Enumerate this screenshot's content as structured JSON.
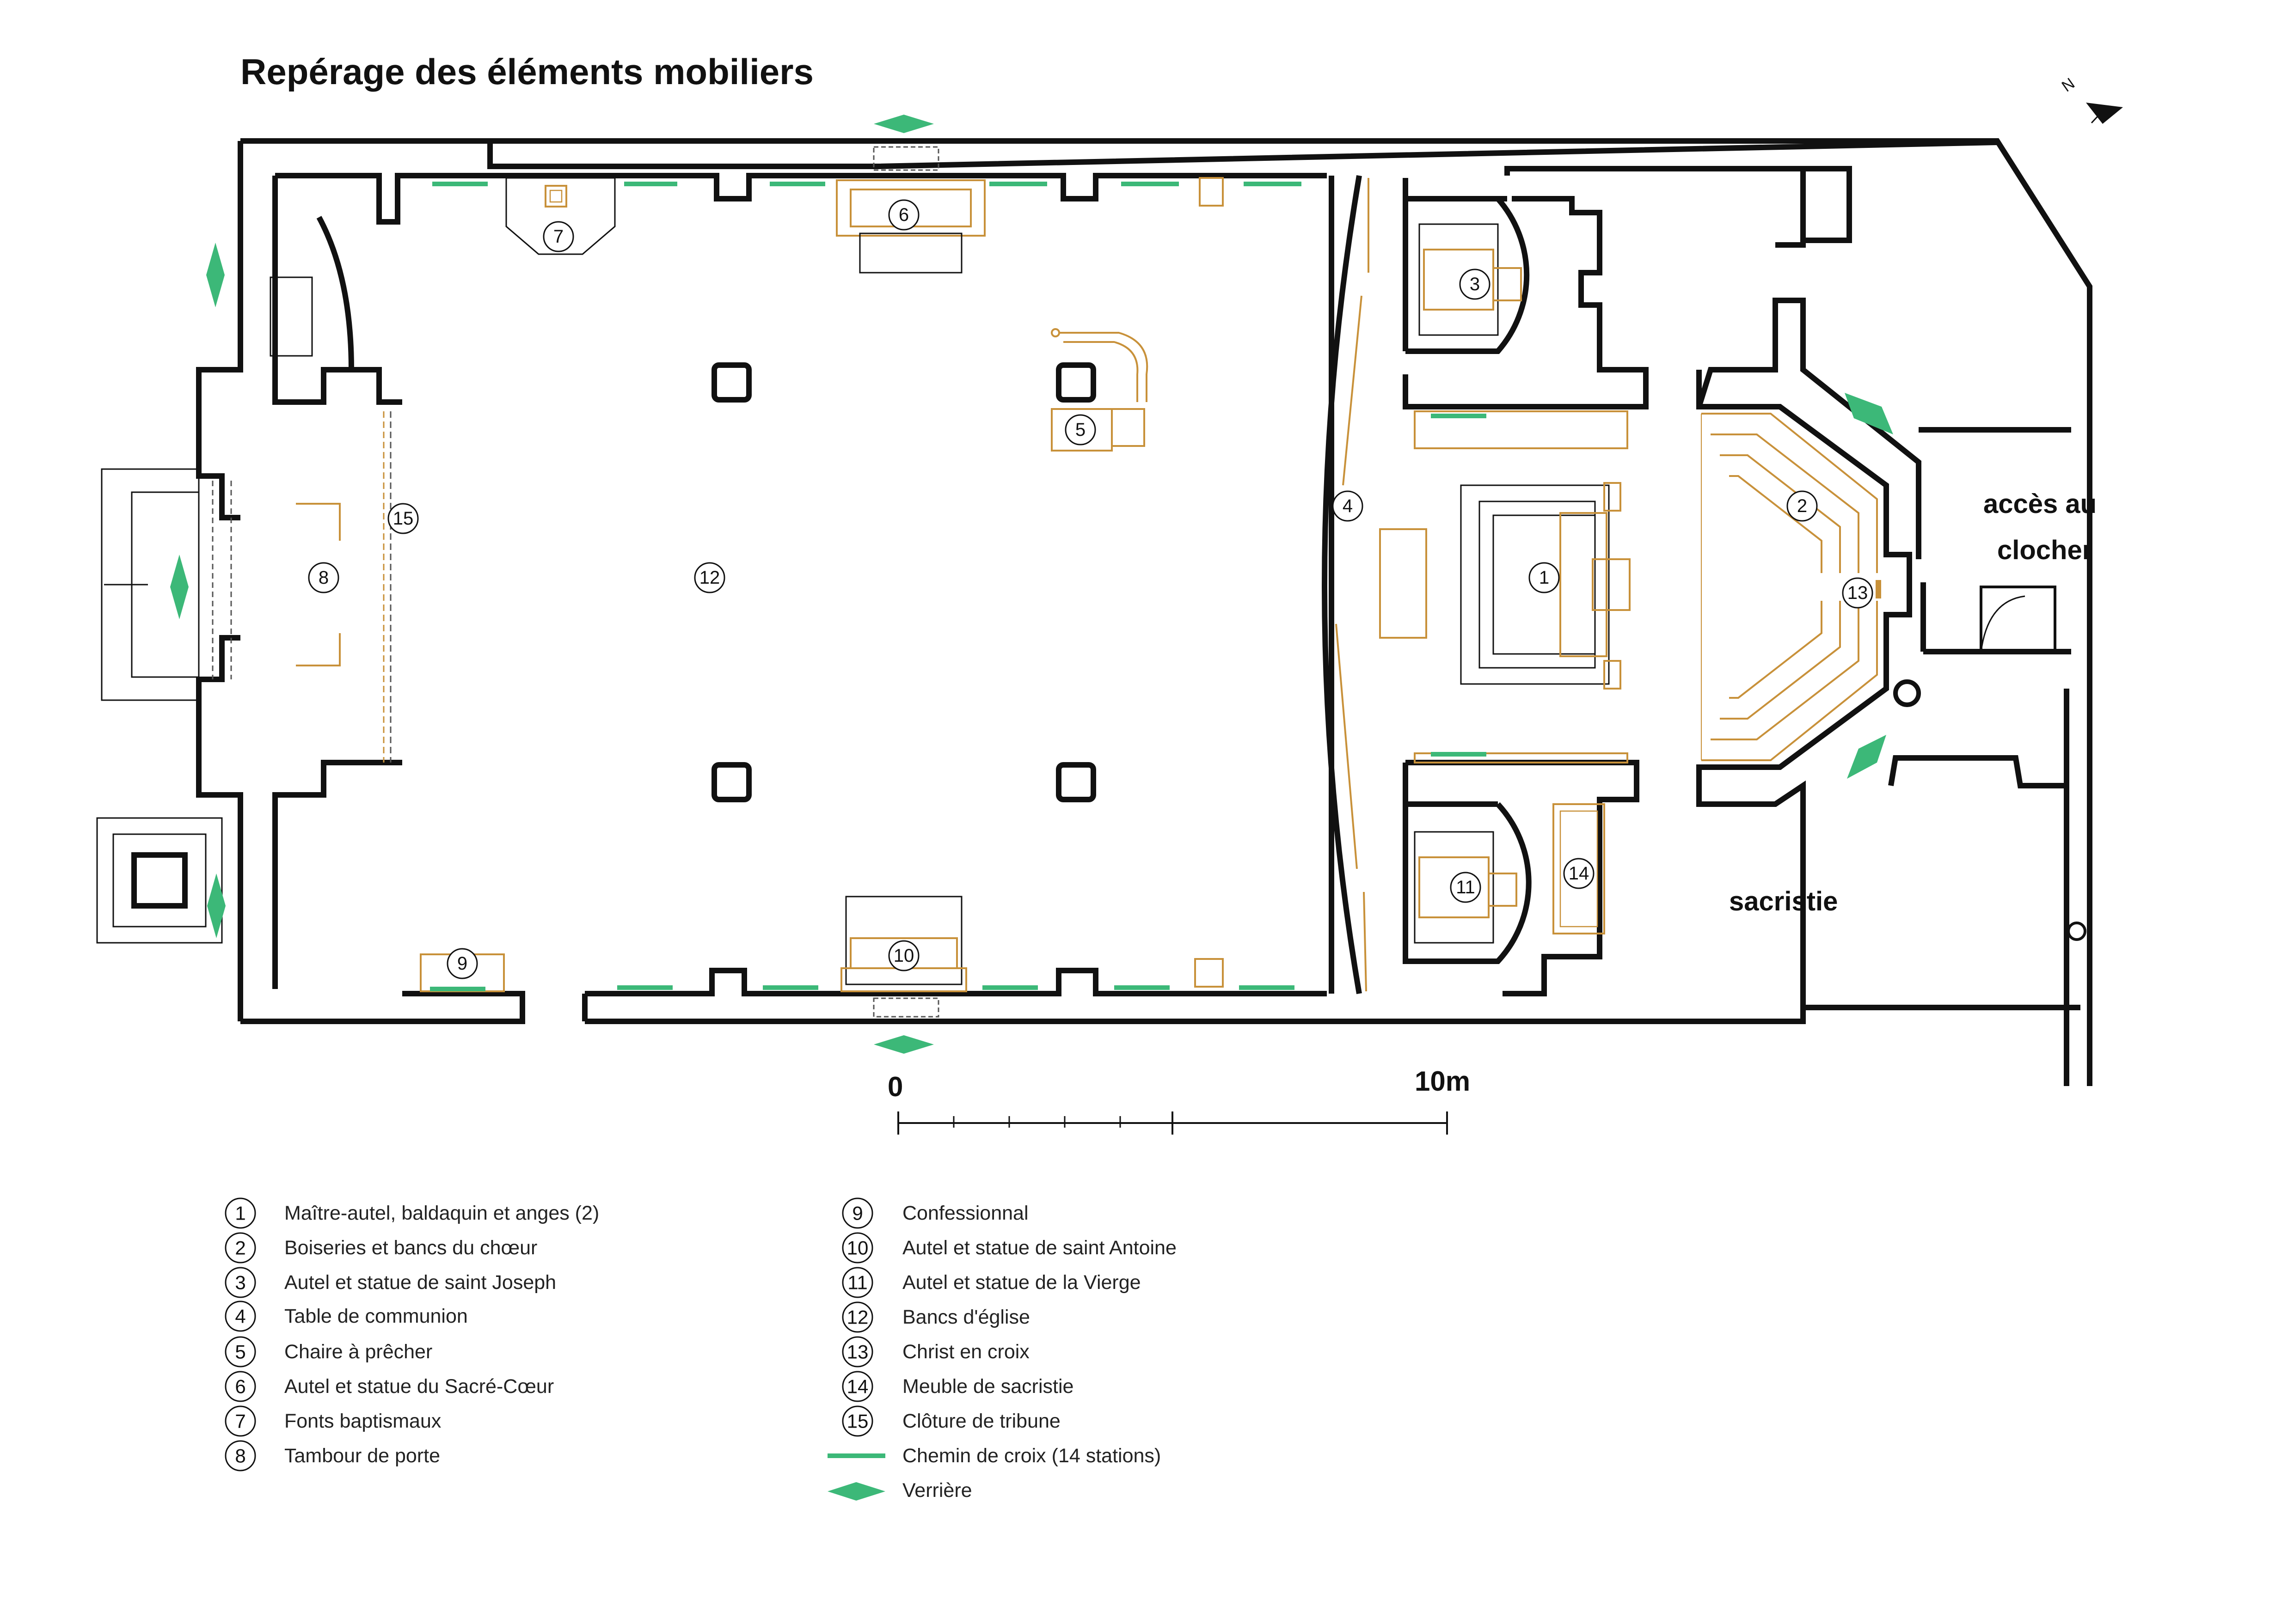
{
  "title": "Repérage des éléments mobiliers",
  "labels": {
    "acces_line1": "accès au",
    "acces_line2": "clocher",
    "sacristie": "sacristie"
  },
  "scale_bar": {
    "start_label": "0",
    "end_label": "10m"
  },
  "markers": {
    "m1": "1",
    "m2": "2",
    "m3": "3",
    "m4": "4",
    "m5": "5",
    "m6": "6",
    "m7": "7",
    "m8": "8",
    "m9": "9",
    "m10": "10",
    "m11": "11",
    "m12": "12",
    "m13": "13",
    "m14": "14",
    "m15": "15"
  },
  "legend": [
    {
      "num": "1",
      "text": "Maître-autel, baldaquin et anges (2)"
    },
    {
      "num": "2",
      "text": "Boiseries et bancs du chœur"
    },
    {
      "num": "3",
      "text": "Autel et statue de saint Joseph"
    },
    {
      "num": "4",
      "text": "Table de communion"
    },
    {
      "num": "5",
      "text": "Chaire à prêcher"
    },
    {
      "num": "6",
      "text": "Autel et statue du Sacré-Cœur"
    },
    {
      "num": "7",
      "text": "Fonts baptismaux"
    },
    {
      "num": "8",
      "text": "Tambour de porte"
    },
    {
      "num": "9",
      "text": "Confessionnal"
    },
    {
      "num": "10",
      "text": "Autel et statue de saint Antoine"
    },
    {
      "num": "11",
      "text": "Autel et statue de la Vierge"
    },
    {
      "num": "12",
      "text": "Bancs d'église"
    },
    {
      "num": "13",
      "text": "Christ en croix"
    },
    {
      "num": "14",
      "text": "Meuble de sacristie"
    },
    {
      "num": "15",
      "text": "Clôture de tribune"
    }
  ],
  "legend_symbols": [
    {
      "symbol": "green-line",
      "text": "Chemin de croix (14 stations)"
    },
    {
      "symbol": "green-diamond",
      "text": "Verrière"
    }
  ],
  "colors": {
    "walls": "#111111",
    "furniture": "#c8913a",
    "stations": "#3cb878",
    "verriere": "#3cb878"
  },
  "icons": {
    "north_arrow": "north-arrow-icon"
  }
}
